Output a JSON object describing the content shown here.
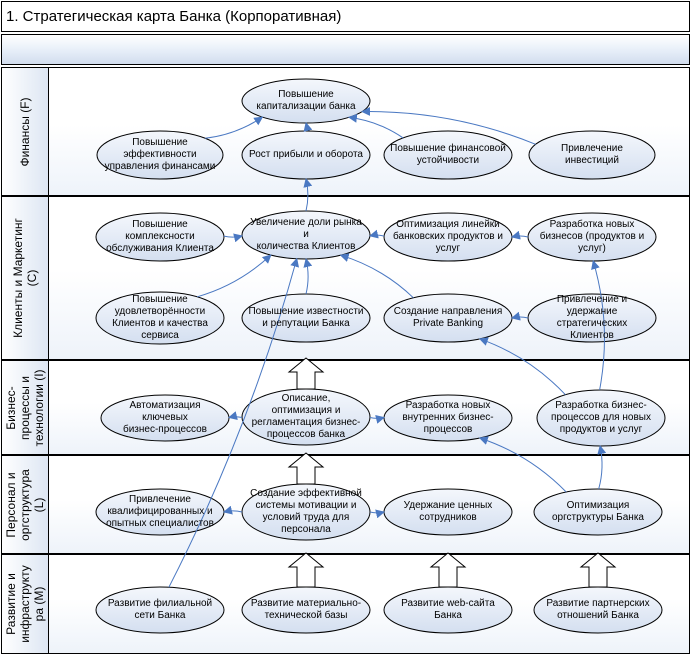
{
  "title": "1. Стратегическая карта Банка (Корпоративная)",
  "lanes": [
    {
      "id": "F",
      "label": "Финансы (F)"
    },
    {
      "id": "C",
      "label": "Клиенты и Маркетинг\n(C)"
    },
    {
      "id": "I",
      "label": "Бизнес-\nпроцессы и\nтехнологии (I)"
    },
    {
      "id": "L",
      "label": "Персонал и\nоргструктура\n(L)"
    },
    {
      "id": "M",
      "label": "Развитие и\nинфраструкту\nра (M)"
    }
  ],
  "nodes": {
    "f_cap": "Повышение\nкапитализации банка",
    "f_eff": "Повышение\nэффективности\nуправления финансами",
    "f_profit": "Рост прибыли и оборота",
    "f_stab": "Повышение финансовой\nустойчивости",
    "f_inv": "Привлечение инвестиций",
    "c_complex": "Повышение\nкомплексности\nобслуживания Клиента",
    "c_share": "Увеличение доли рынка и\nколичества Клиентов",
    "c_optline": "Оптимизация линейки\nбанковских продуктов и\nуслуг",
    "c_newbiz": "Разработка новых\nбизнесов (продуктов и\nуслуг)",
    "c_satisf": "Повышение\nудовлетворённости\nКлиентов и качества\nсервиса",
    "c_fame": "Повышение известности\nи репутации Банка",
    "c_private": "Создание направления\nPrivate Banking",
    "c_strat": "Привлечение и\nудержание\nстратегических Клиентов",
    "i_auto": "Автоматизация ключевых\nбизнес-процессов",
    "i_desc": "Описание,\nоптимизация и\nрегламентация бизнес-\nпроцессов банка",
    "i_newint": "Разработка новых\nвнутренних бизнес-\nпроцессов",
    "i_newprod": "Разработка бизнес-\nпроцессов для новых\nпродуктов и услуг",
    "l_attract": "Привлечение\nквалифицированных и\nопытных специалистов",
    "l_motiv": "Создание эффективной\nсистемы мотивации и\nусловий труда для\nперсонала",
    "l_retain": "Удержание ценных\nсотрудников",
    "l_optorg": "Оптимизация\nоргструктуры Банка",
    "m_branch": "Развитие филиальной\nсети Банка",
    "m_material": "Развитие материально-\nтехнической базы",
    "m_web": "Развитие web-сайта Банка",
    "m_partner": "Развитие партнерских\nотношений Банка"
  },
  "links": [
    [
      "f_eff",
      "f_cap"
    ],
    [
      "f_profit",
      "f_cap"
    ],
    [
      "f_stab",
      "f_cap"
    ],
    [
      "f_inv",
      "f_cap"
    ],
    [
      "c_share",
      "f_profit"
    ],
    [
      "c_complex",
      "c_share"
    ],
    [
      "c_optline",
      "c_share"
    ],
    [
      "c_newbiz",
      "c_optline"
    ],
    [
      "c_satisf",
      "c_share"
    ],
    [
      "c_fame",
      "c_share"
    ],
    [
      "c_private",
      "c_share"
    ],
    [
      "c_strat",
      "c_private"
    ],
    [
      "i_desc",
      "i_auto"
    ],
    [
      "i_desc",
      "i_newint"
    ],
    [
      "i_newprod",
      "c_newbiz"
    ],
    [
      "i_newprod",
      "c_private"
    ],
    [
      "l_motiv",
      "l_attract"
    ],
    [
      "l_motiv",
      "l_retain"
    ],
    [
      "l_optorg",
      "i_newint"
    ],
    [
      "l_optorg",
      "i_newprod"
    ],
    [
      "m_branch",
      "c_share"
    ]
  ],
  "colors": {
    "node_fill": "#dde6f3",
    "link": "#4a78c2",
    "border": "#000000"
  }
}
